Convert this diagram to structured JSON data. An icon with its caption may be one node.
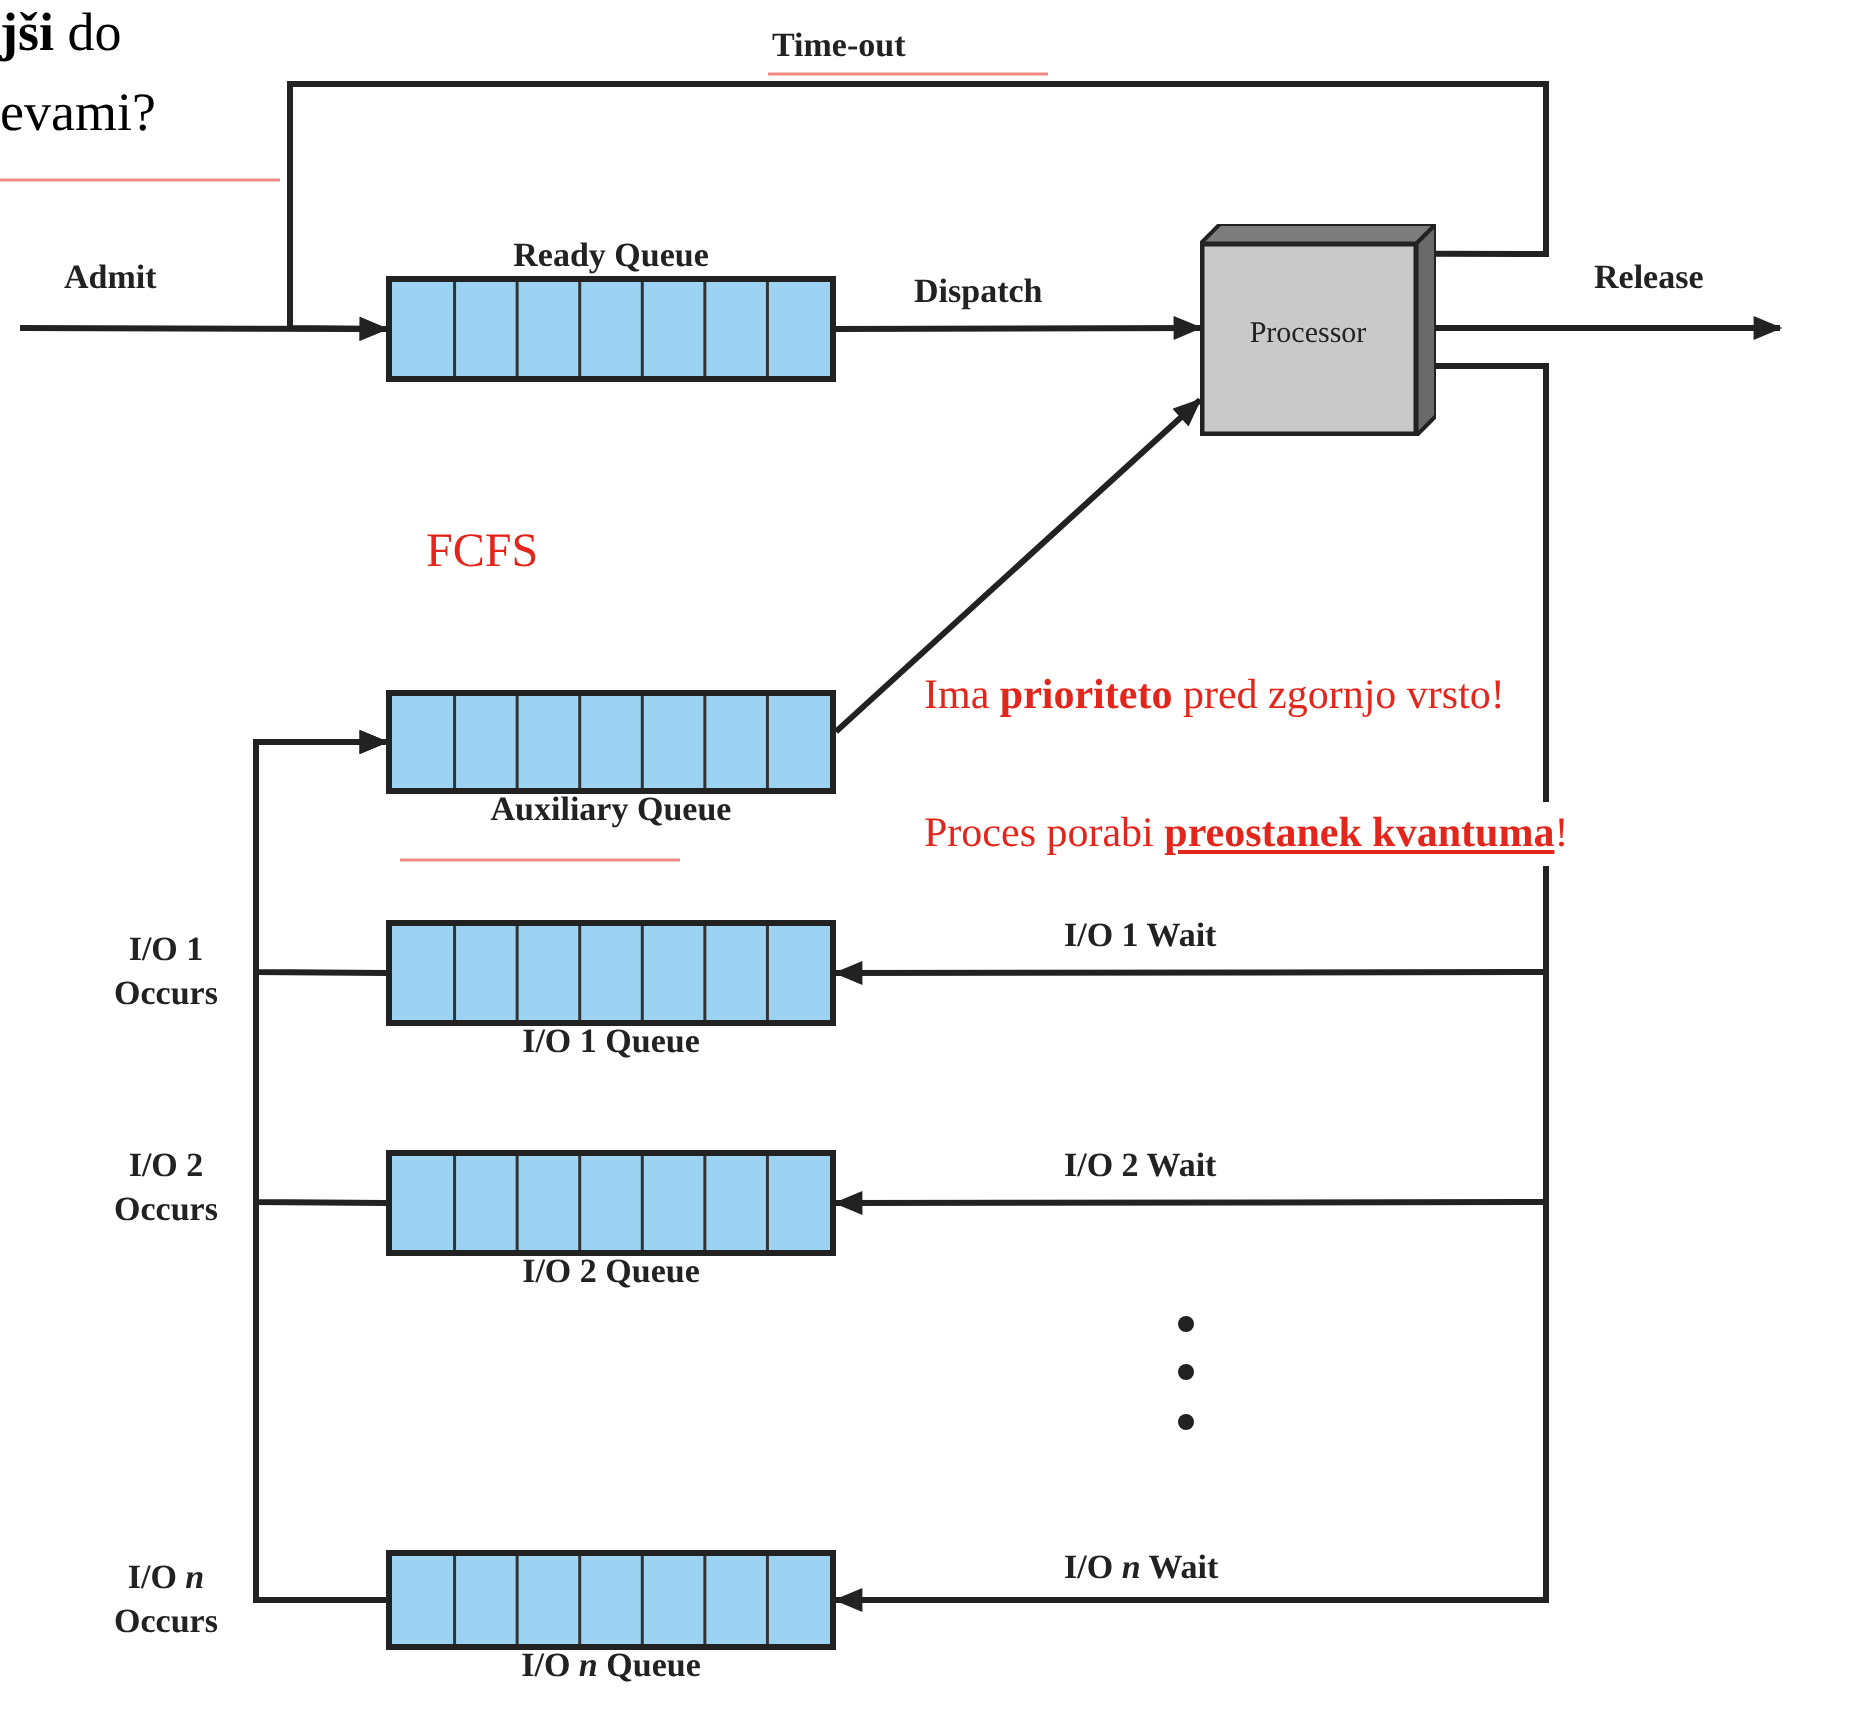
{
  "diagram": {
    "nodes": [
      {
        "text": [
          "Ready Queue"
        ]
      },
      {
        "text": [
          "Processor"
        ]
      },
      {
        "text": [
          "Auxiliary Queue"
        ]
      },
      {
        "text": [
          "I/O 1 Queue"
        ]
      },
      {
        "text": [
          "I/O 2 Queue"
        ]
      },
      {
        "text": [
          "I/O *n* Queue"
        ]
      }
    ],
    "edges": [
      {
        "from": null,
        "to": 0,
        "arrow": "to",
        "label": "Admit"
      },
      {
        "from": 0,
        "to": 1,
        "arrow": "to",
        "label": "Dispatch"
      },
      {
        "from": 1,
        "to": null,
        "arrow": "to",
        "label": "Release"
      },
      {
        "from": 1,
        "to": 0,
        "arrow": "to",
        "label": "Time-out"
      },
      {
        "from": 2,
        "to": 1,
        "arrow": "to"
      },
      {
        "from": 1,
        "to": 3,
        "arrow": "to",
        "label": "I/O 1 Wait"
      },
      {
        "from": 1,
        "to": 4,
        "arrow": "to",
        "label": "I/O 2 Wait"
      },
      {
        "from": 1,
        "to": 5,
        "arrow": "to",
        "label": "I/O *n* Wait"
      },
      {
        "from": 3,
        "to": 2,
        "arrow": "to",
        "label": "I/O 1 Occurs"
      },
      {
        "from": 4,
        "to": 2,
        "arrow": "to",
        "label": "I/O 2 Occurs"
      },
      {
        "from": 5,
        "to": 2,
        "arrow": "to",
        "label": "I/O *n* Occurs"
      }
    ],
    "labels": [
      "**jši** do",
      "evami?",
      "FCFS",
      "Ima **prioriteto** pred zgornjo vrsto!",
      "Proces porabi **preostanek kvantuma**!"
    ]
  }
}
